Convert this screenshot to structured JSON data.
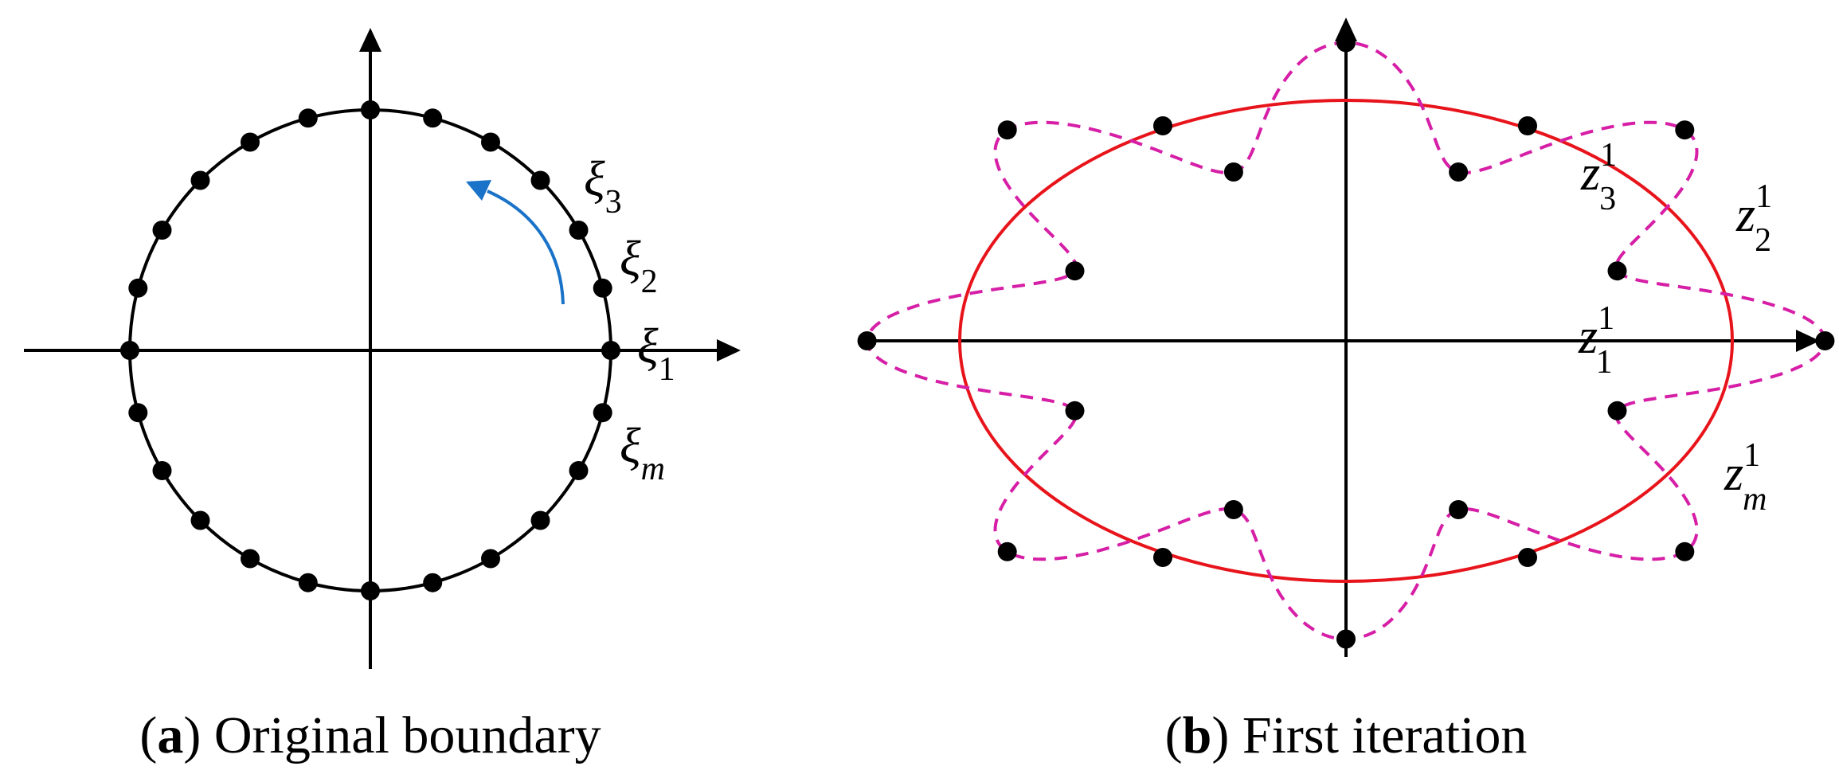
{
  "panel_a": {
    "caption": {
      "open": "(",
      "letter": "a",
      "close": ")",
      "text": " Original boundary"
    },
    "labels": [
      {
        "id": "xi3",
        "symbol": "ξ",
        "sub": "3"
      },
      {
        "id": "xi2",
        "symbol": "ξ",
        "sub": "2"
      },
      {
        "id": "xi1",
        "symbol": "ξ",
        "sub": "1"
      },
      {
        "id": "xim",
        "symbol": "ξ",
        "sub": "m"
      }
    ],
    "colors": {
      "circle": "#000000",
      "arrow": "#1a73c8"
    }
  },
  "panel_b": {
    "caption": {
      "open": "(",
      "letter": "b",
      "close": ")",
      "text": " First iteration"
    },
    "labels": [
      {
        "id": "z3",
        "symbol": "z",
        "sub": "3",
        "sup": "1"
      },
      {
        "id": "z2",
        "symbol": "z",
        "sub": "2",
        "sup": "1"
      },
      {
        "id": "z1",
        "symbol": "z",
        "sub": "1",
        "sup": "1"
      },
      {
        "id": "zm",
        "symbol": "z",
        "sub": "m",
        "sup": "1"
      }
    ],
    "colors": {
      "ellipse": "#e8141b",
      "dashed": "#d61fa6"
    }
  }
}
